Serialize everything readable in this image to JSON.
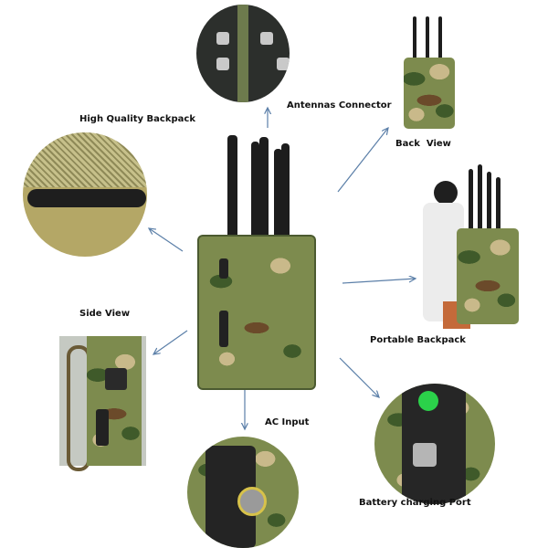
{
  "labels": {
    "antennas_connector": "Antennas Connector",
    "high_quality_backpack": "High Quality Backpack",
    "back_view": "Back  View",
    "side_view": "Side View",
    "portable_backpack": "Portable Backpack",
    "ac_input": "AC Input",
    "battery_charging_port": "Battery charging Port"
  },
  "colors": {
    "arrow": "#5b7fa8",
    "camo": "#7d8b4e"
  }
}
